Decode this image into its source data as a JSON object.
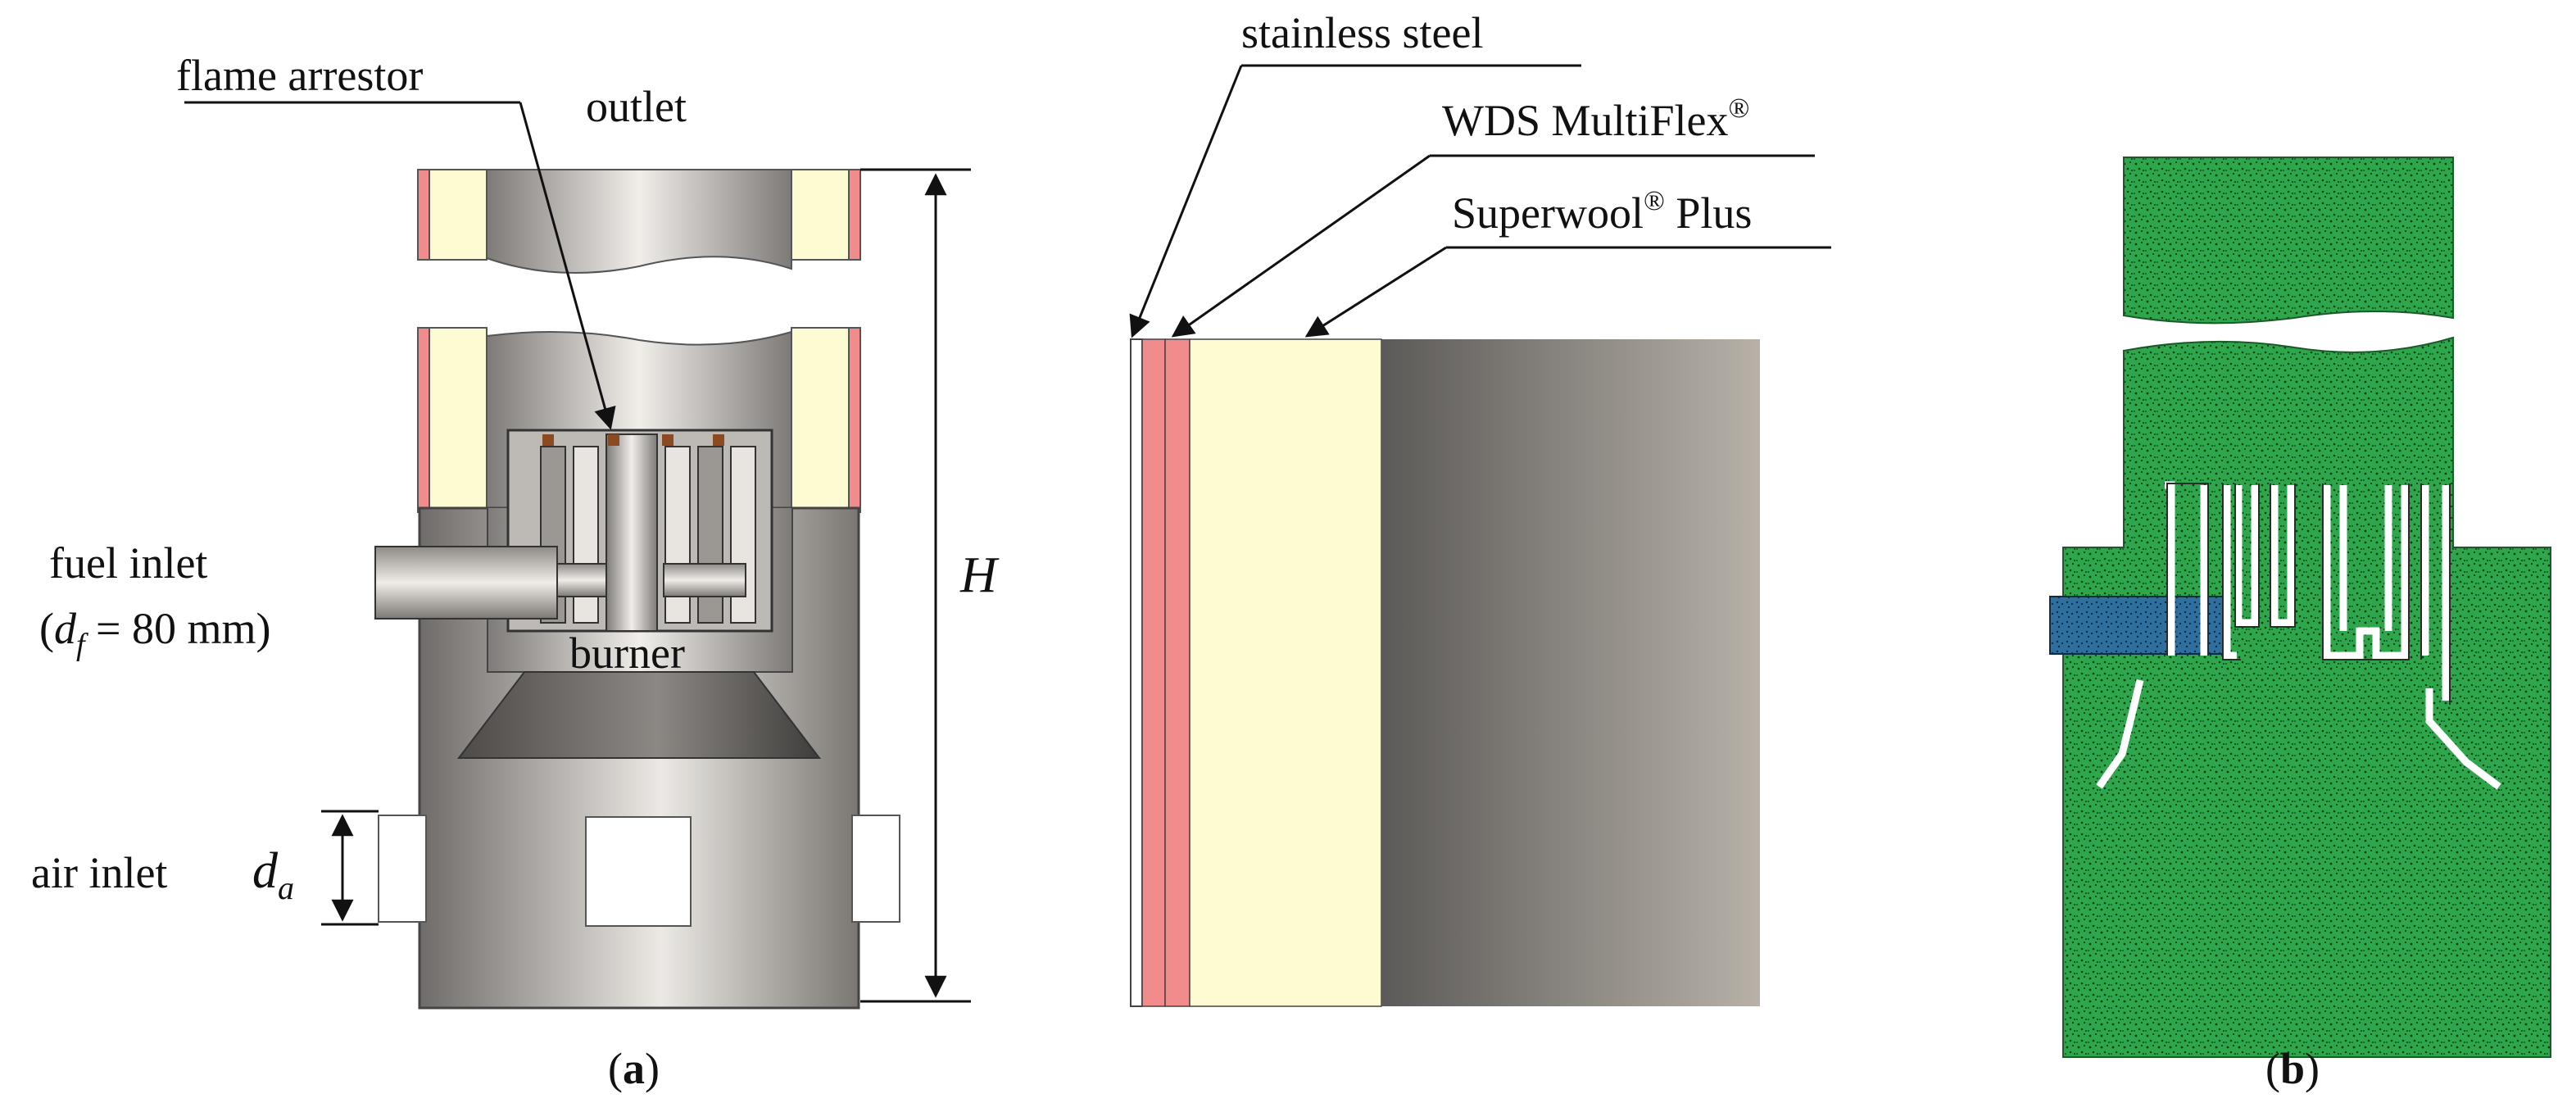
{
  "labels": {
    "flame_arrestor": "flame arrestor",
    "outlet": "outlet",
    "fuel_inlet_line1": "fuel inlet",
    "fuel_inlet_paren_open": "(",
    "fuel_inlet_d": "d",
    "fuel_inlet_f": "f",
    "fuel_inlet_value": " = 80 mm)",
    "burner": "burner",
    "air_inlet": "air inlet",
    "d_a_d": "d",
    "d_a_a": "a",
    "height": "H",
    "stainless_steel": "stainless steel",
    "wds_multiflex": "WDS MultiFlex",
    "superwool_plus_a": "Superwool",
    "superwool_plus_b": " Plus",
    "registered": "®",
    "panel_a_open": "(",
    "panel_a": "a",
    "panel_a_close": ")",
    "panel_b_open": "(",
    "panel_b": "b",
    "panel_b_close": ")"
  },
  "colors": {
    "stainless_steel": "#ffffff",
    "wds_multiflex": "#f28b8b",
    "superwool": "#fdfbd2",
    "metal_dark": "#6e6b68",
    "metal_light": "#e9e6e2",
    "flame_arrestor": "#8b4a22",
    "mesh_green": "#2ca84a",
    "mesh_blue": "#2f6f9e"
  }
}
